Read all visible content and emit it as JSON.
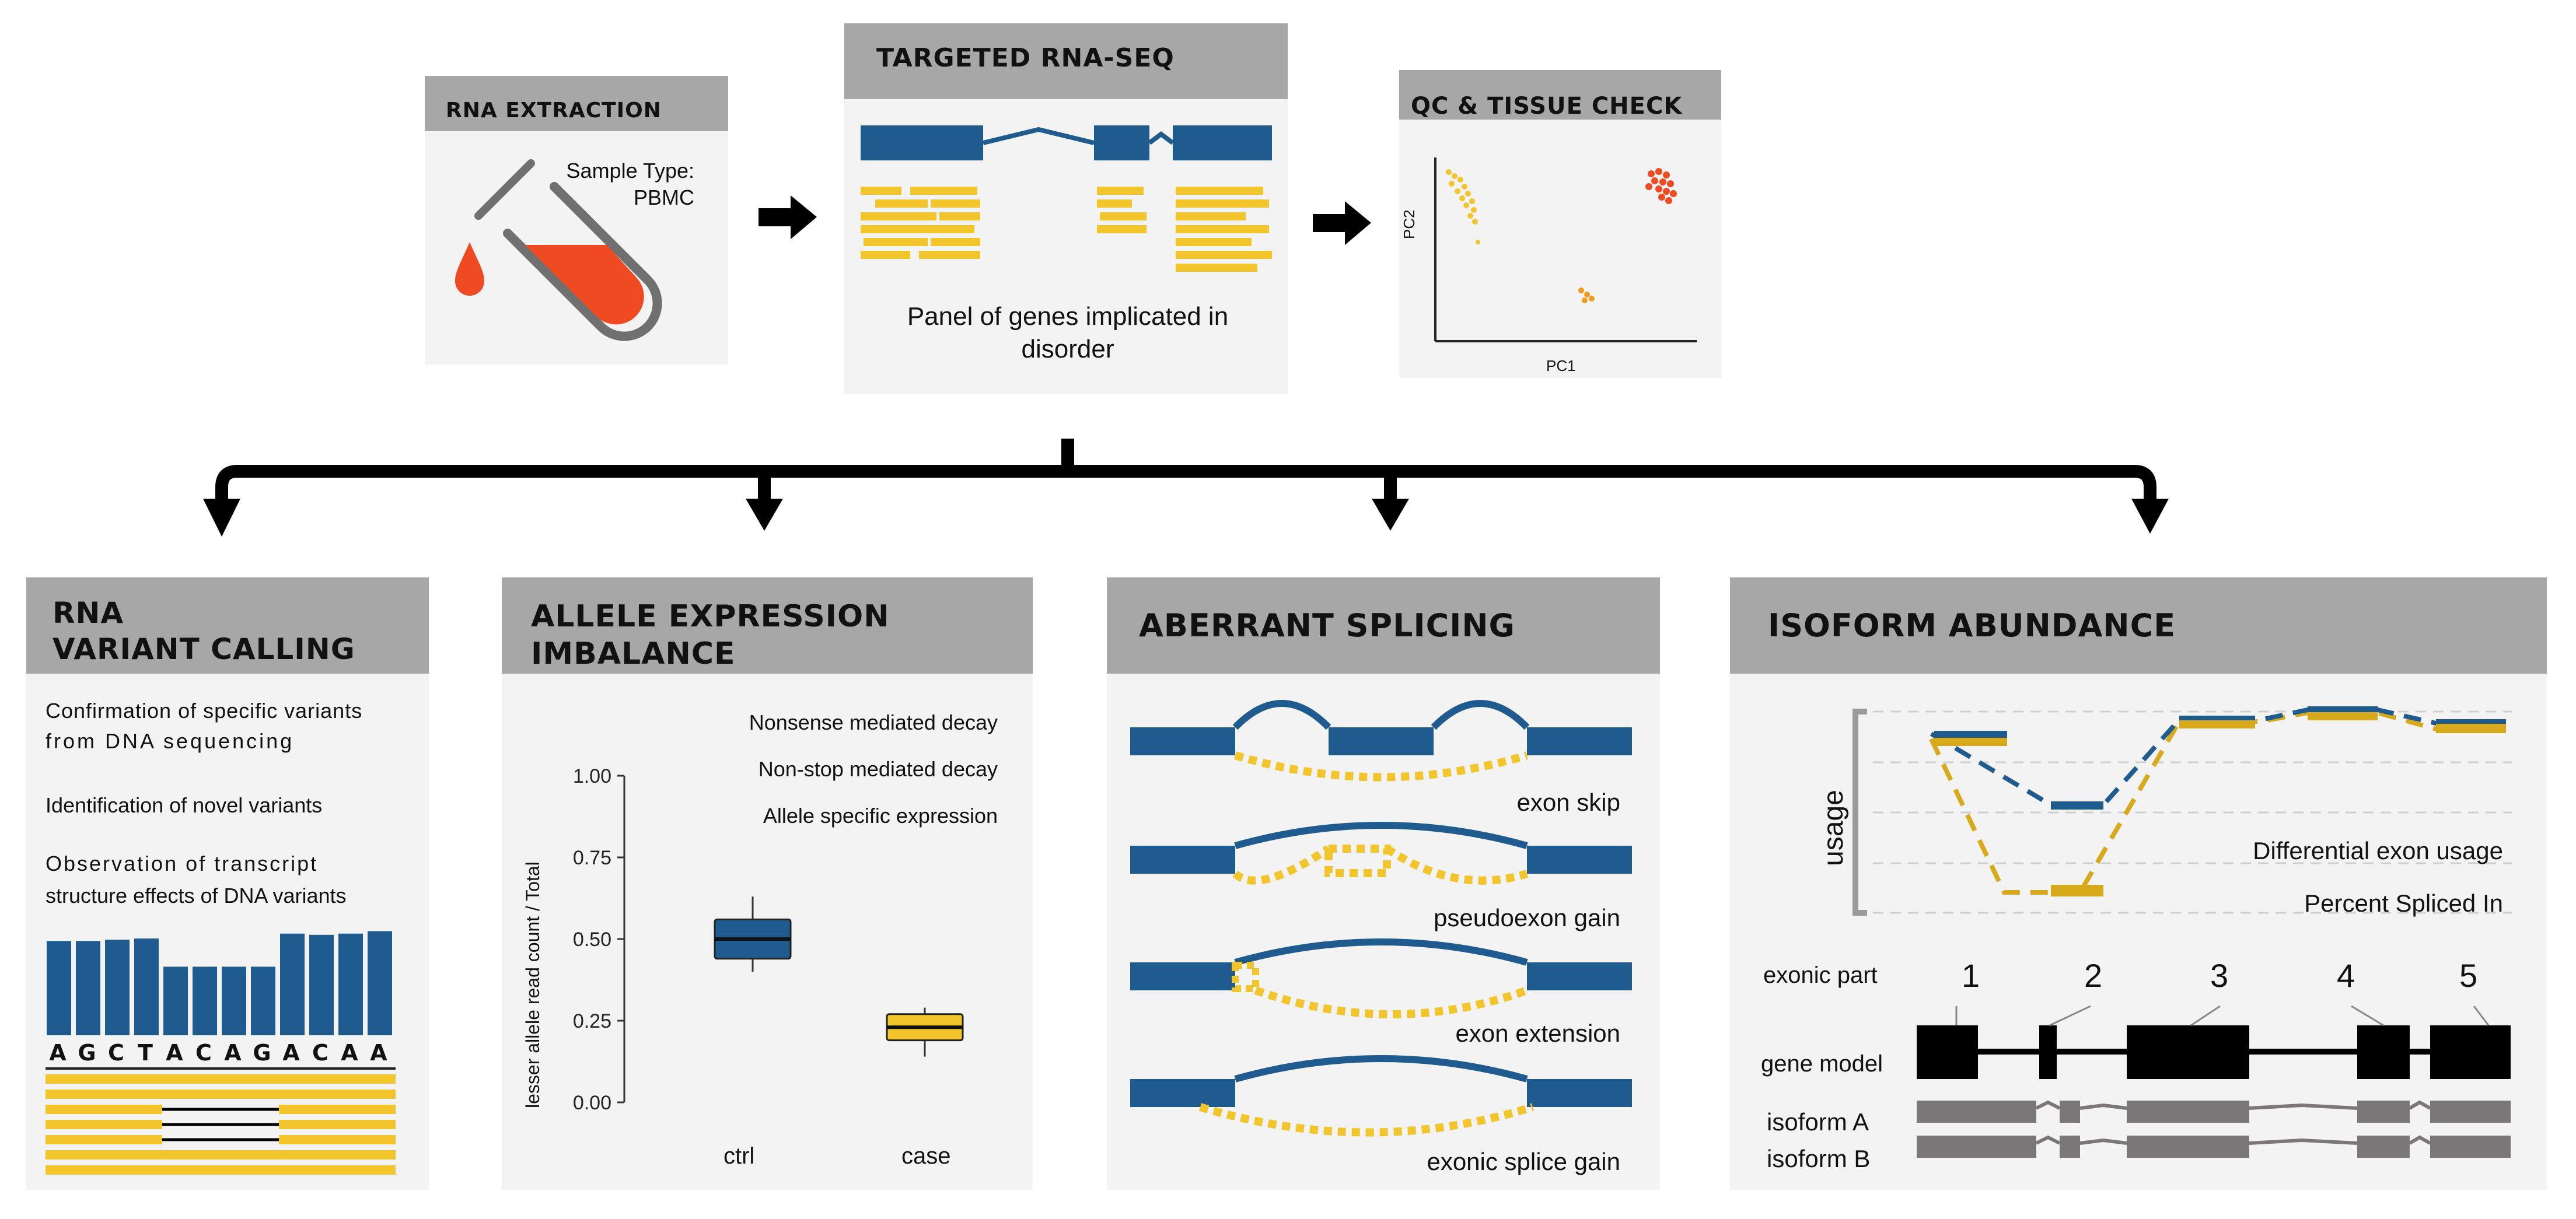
{
  "top": {
    "rna_extraction": {
      "title": "RNA EXTRACTION",
      "sample_label": "Sample Type:",
      "sample_value": "PBMC"
    },
    "targeted": {
      "title": "TARGETED RNA-SEQ",
      "caption": "Panel of genes implicated in disorder"
    },
    "qc": {
      "title": "QC & TISSUE CHECK",
      "xlabel": "PC1",
      "ylabel": "PC2"
    }
  },
  "variant_calling": {
    "title_line1": "RNA",
    "title_line2": "VARIANT CALLING",
    "text1_line1": "Confirmation of specific variants",
    "text1_line2": "from DNA sequencing",
    "text2": "Identification of novel variants",
    "text3_line1": "Observation of transcript",
    "text3_line2": "structure effects of DNA variants",
    "sequence": [
      "A",
      "G",
      "C",
      "T",
      "A",
      "C",
      "A",
      "G",
      "A",
      "C",
      "A",
      "A"
    ],
    "coverage": [
      0.77,
      0.77,
      0.78,
      0.79,
      0.56,
      0.56,
      0.56,
      0.56,
      0.83,
      0.82,
      0.83,
      0.85
    ]
  },
  "allele": {
    "title_line1": "ALLELE EXPRESSION",
    "title_line2": "IMBALANCE",
    "legend1": "Nonsense mediated decay",
    "legend2": "Non-stop mediated decay",
    "legend3": "Allele specific expression",
    "ylabel": "lesser allele read count / Total",
    "ticks": [
      "1.00",
      "0.75",
      "0.50",
      "0.25",
      "0.00"
    ],
    "cat1": "ctrl",
    "cat2": "case",
    "colors": {
      "ctrl": "#1f5b8e",
      "case": "#f2c52c"
    }
  },
  "chart_data": {
    "type": "box",
    "ylabel": "lesser allele read count / Total",
    "ylim": [
      0,
      1
    ],
    "categories": [
      "ctrl",
      "case"
    ],
    "boxes": [
      {
        "category": "ctrl",
        "whisker_low": 0.4,
        "q1": 0.44,
        "median": 0.5,
        "q3": 0.56,
        "whisker_high": 0.63
      },
      {
        "category": "case",
        "whisker_low": 0.14,
        "q1": 0.19,
        "median": 0.23,
        "q3": 0.27,
        "whisker_high": 0.29
      }
    ]
  },
  "splicing": {
    "title": "ABERRANT SPLICING",
    "label1": "exon skip",
    "label2": "pseudoexon gain",
    "label3": "exon extension",
    "label4": "exonic splice gain"
  },
  "isoform": {
    "title": "ISOFORM ABUNDANCE",
    "usage": "usage",
    "deu": "Differential exon usage",
    "psi": "Percent Spliced In",
    "exonic_part": "exonic part",
    "gene_model": "gene model",
    "isoA": "isoform A",
    "isoB": "isoform B",
    "n1": "1",
    "n2": "2",
    "n3": "3",
    "n4": "4",
    "n5": "5"
  },
  "colors": {
    "blue": "#1f5b8e",
    "yellow": "#f2c52c",
    "panel_bg": "#f3f3f3",
    "header_bg": "#a7a7a7",
    "red": "#f04a23"
  }
}
